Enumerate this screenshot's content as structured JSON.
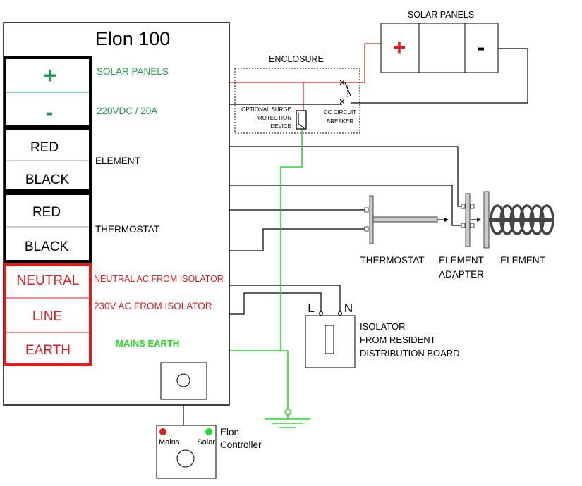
{
  "unit": {
    "title": "Elon 100",
    "terminals": {
      "solar_plus": "+",
      "solar_minus": "-",
      "element_red": "RED",
      "element_black": "BLACK",
      "thermo_red": "RED",
      "thermo_black": "BLACK",
      "neutral": "NEUTRAL",
      "line": "LINE",
      "earth": "EARTH"
    }
  },
  "labels": {
    "solar_panels_terminal": "SOLAR PANELS",
    "vdc_rating": "220VDC / 20A",
    "element_wire": "ELEMENT",
    "thermostat_wire": "THERMOSTAT",
    "neutral_wire": "NEUTRAL AC FROM ISOLATOR",
    "line_wire": "230V AC FROM ISOLATOR",
    "mains_earth": "MAINS EARTH"
  },
  "solar_panels": {
    "title": "SOLAR PANELS",
    "plus": "+",
    "minus": "-"
  },
  "enclosure": {
    "title": "ENCLOSURE",
    "surge_line1": "OPTIONAL SURGE",
    "surge_line2": "PROTECTION",
    "surge_line3": "DEVICE",
    "breaker_line1": "DC CIRCUIT",
    "breaker_line2": "BREAKER"
  },
  "components": {
    "thermostat": "THERMOSTAT",
    "adapter_line1": "ELEMENT",
    "adapter_line2": "ADAPTER",
    "element": "ELEMENT"
  },
  "isolator": {
    "l": "L",
    "n": "N",
    "line1": "ISOLATOR",
    "line2": "FROM RESIDENT",
    "line3": "DISTRIBUTION BOARD"
  },
  "controller": {
    "mains_led": "Mains",
    "solar_led": "Solar",
    "name_line1": "Elon",
    "name_line2": "Controller"
  },
  "colors": {
    "red": "#e41b1b",
    "green": "#1e9e4a",
    "bright_green": "#22dd22",
    "black": "#000000",
    "gray": "#444444"
  }
}
